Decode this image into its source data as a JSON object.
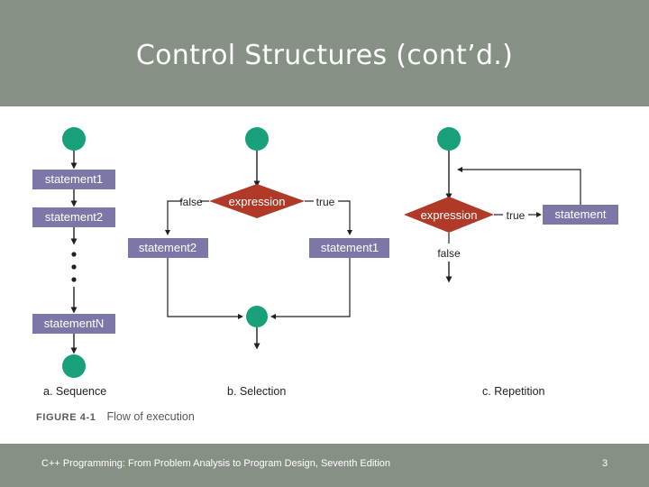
{
  "slide": {
    "title": "Control Structures (cont’d.)",
    "banner_color": "#879085",
    "background_color": "#ffffff"
  },
  "footer": {
    "book_title": "C++ Programming: From Problem Analysis to Program Design, Seventh Edition",
    "page_number": "3"
  },
  "figure": {
    "caption_number": "FIGURE 4-1",
    "caption_title": "Flow of execution",
    "colors": {
      "node_green": "#17a07a",
      "process_purple": "#7b78a8",
      "decision_red": "#b03a27",
      "line_black": "#231f20",
      "text_white": "#ffffff",
      "text_dark": "#231f20"
    },
    "panels": [
      {
        "id": "sequence",
        "caption": "a. Sequence",
        "start_node": "start",
        "steps": [
          "statement1",
          "statement2",
          "statementN"
        ],
        "ellipsis": "• • •",
        "end_node": "end"
      },
      {
        "id": "selection",
        "caption": "b. Selection",
        "decision": "expression",
        "false_label": "false",
        "true_label": "true",
        "false_branch": "statement2",
        "true_branch": "statement1"
      },
      {
        "id": "repetition",
        "caption": "c. Repetition",
        "decision": "expression",
        "true_label": "true",
        "false_label": "false",
        "loop_body": "statement"
      }
    ]
  }
}
